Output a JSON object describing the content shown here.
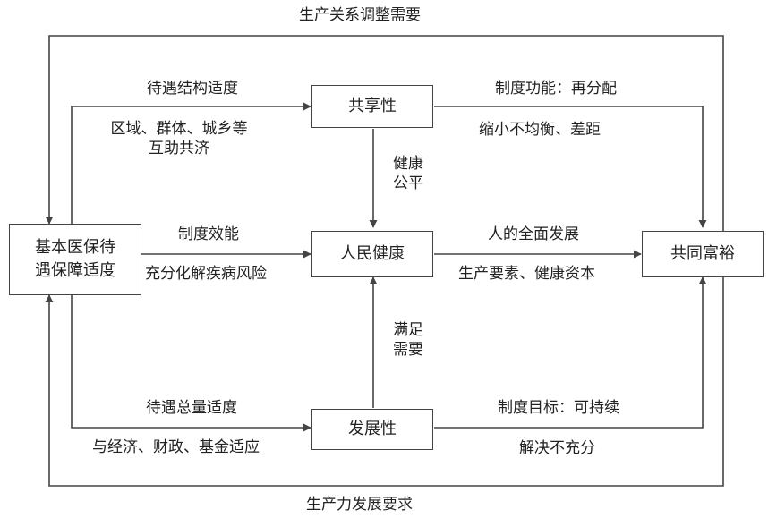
{
  "nodes": {
    "left": [
      "基本医保待",
      "遇保障适度"
    ],
    "share": "共享性",
    "health": "人民健康",
    "develop": "发展性",
    "prosper": "共同富裕"
  },
  "outer": {
    "top": "生产关系调整需要",
    "bottom": "生产力发展要求"
  },
  "edges": {
    "left_share_top": "待遇结构适度",
    "left_share_bottom": [
      "区域、群体、城乡等",
      "互助共济"
    ],
    "left_health_top": "制度效能",
    "left_health_bottom": "充分化解疾病风险",
    "left_develop_top": "待遇总量适度",
    "left_develop_bottom": "与经济、财政、基金适应",
    "share_health": [
      "健康",
      "公平"
    ],
    "develop_health": [
      "满足",
      "需要"
    ],
    "share_prosper_top": "制度功能：再分配",
    "share_prosper_bottom": "缩小不均衡、差距",
    "health_prosper_top": "人的全面发展",
    "health_prosper_bottom": "生产要素、健康资本",
    "develop_prosper_top": "制度目标：可持续",
    "develop_prosper_bottom": "解决不充分"
  }
}
